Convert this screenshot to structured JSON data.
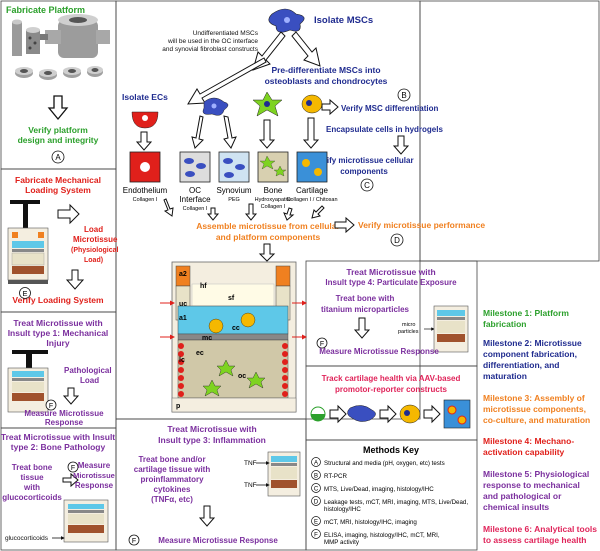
{
  "colors": {
    "green": "#2ca02c",
    "navy": "#1f2b8f",
    "red": "#e0201b",
    "orange": "#f08020",
    "purple": "#7b2f9e",
    "pink": "#e0245a",
    "black": "#111111"
  },
  "platform": {
    "title": "Fabricate Platform",
    "verify_1": "Verify platform",
    "verify_2": "design and integrity",
    "badge": "A"
  },
  "msc": {
    "isolate": "Isolate MSCs",
    "undiff_1": "Undifferentiated MSCs",
    "undiff_2": "will be used in the OC interface",
    "undiff_3": "and synovial fibroblast constructs",
    "prediff_1": "Pre-differentiate MSCs into",
    "prediff_2": "osteoblasts and chondrocytes",
    "verify_msc": "Verify MSC differentiation",
    "badge_b": "B",
    "encapsulate": "Encapsulate cells in hydrogels",
    "verify_micro_1": "Verify microtissue cellular",
    "verify_micro_2": "components",
    "badge_c": "C",
    "isolate_ecs": "Isolate ECs"
  },
  "tissues": [
    {
      "name": "Endothelium",
      "sub": "Collagen I"
    },
    {
      "name": "OC",
      "name2": "Interface",
      "sub": "Collagen I"
    },
    {
      "name": "Synovium",
      "sub": "PEG"
    },
    {
      "name": "Bone",
      "sub": "Hydroxyapatite",
      "sub2": "Collagen I"
    },
    {
      "name": "Cartilage",
      "sub": "Collagen I / Chitosan"
    }
  ],
  "assemble": {
    "line1": "Assemble microtissue from cellular",
    "line2": "and platform components",
    "verify_perf": "Verify microtissue performance",
    "badge_d": "D"
  },
  "schematic": {
    "a2": "a2",
    "hf": "hf",
    "sf": "sf",
    "uc": "uc",
    "a1": "a1",
    "cc": "cc",
    "mc": "mc",
    "ec": "ec",
    "lc": "lc",
    "oc": "oc",
    "p": "p"
  },
  "loading": {
    "title_1": "Fabricate Mechanical",
    "title_2": "Loading System",
    "load_1": "Load",
    "load_2": "Microtissue",
    "load_3": "(Physiological",
    "load_4": "Load)",
    "verify": "Verify Loading System",
    "badge": "E"
  },
  "insult1": {
    "title_1": "Treat Microtissue with",
    "title_2": "Insult type 1: Mechanical",
    "title_3": "Injury",
    "pload_1": "Pathological",
    "pload_2": "Load",
    "badge": "F",
    "measure_1": "Measure Microtissue",
    "measure_2": "Response"
  },
  "insult2": {
    "title_1": "Treat Microtissue with Insult",
    "title_2": "type 2: Bone Pathology",
    "treat_1": "Treat bone",
    "treat_2": "tissue",
    "treat_3": "with",
    "treat_4": "glucocorticoids",
    "badge": "F",
    "measure_1": "Measure",
    "measure_2": "Microtissue",
    "measure_3": "Response",
    "gluco": "glucocorticoids"
  },
  "insult3": {
    "title_1": "Treat Microtissue with",
    "title_2": "Insult type 3: Inflammation",
    "treat_1": "Treat bone and/or",
    "treat_2": "cartilage tissue with",
    "treat_3": "proinflammatory",
    "treat_4": "cytokines",
    "treat_5": "(TNFα, etc)",
    "tnf": "TNF",
    "badge": "F",
    "measure": "Measure Microtissue Response"
  },
  "insult4": {
    "title_1": "Treat Microtissue with",
    "title_2": "Insult type 4: Particulate Exposure",
    "treat_1": "Treat bone with",
    "treat_2": "titanium microparticles",
    "micro_1": "micro",
    "micro_2": "particles",
    "badge": "F",
    "measure": "Measure Microtissue Response"
  },
  "aav": {
    "line1": "Track cartilage health via AAV-based",
    "line2": "promotor-reporter constructs"
  },
  "methods": {
    "title": "Methods Key",
    "items": [
      {
        "k": "A",
        "l1": "Structural and media (pH, oxygen, etc) tests",
        "l2": ""
      },
      {
        "k": "B",
        "l1": "RT-PCR",
        "l2": ""
      },
      {
        "k": "C",
        "l1": "MTS, Live/Dead, imaging, histology/IHC",
        "l2": ""
      },
      {
        "k": "D",
        "l1": "Leakage tests, mCT, MRI, imaging, MTS, Live/Dead,",
        "l2": "histology/IHC"
      },
      {
        "k": "E",
        "l1": "mCT, MRI, histology/IHC, imaging",
        "l2": ""
      },
      {
        "k": "F",
        "l1": "ELISA, imaging, histology/IHC, mCT, MRI,",
        "l2": "MMP activity"
      }
    ]
  },
  "milestones": [
    {
      "l1": "Milestone 1: Platform",
      "l2": "fabrication",
      "l3": ""
    },
    {
      "l1": "Milestone 2: Microtissue",
      "l2": "component fabrication,",
      "l3": "differentiation, and",
      "l4": "maturation"
    },
    {
      "l1": "Milestone 3:  Assembly of",
      "l2": "microtissue components,",
      "l3": "co-culture, and maturation"
    },
    {
      "l1": "Milestone 4: Mechano-",
      "l2": "activation capability"
    },
    {
      "l1": "Milestone 5: Physiological",
      "l2": "response to mechanical",
      "l3": "and pathological or",
      "l4": "chemical insults"
    },
    {
      "l1": "Milestone 6: Analytical tools",
      "l2": "to assess cartilage health"
    }
  ]
}
